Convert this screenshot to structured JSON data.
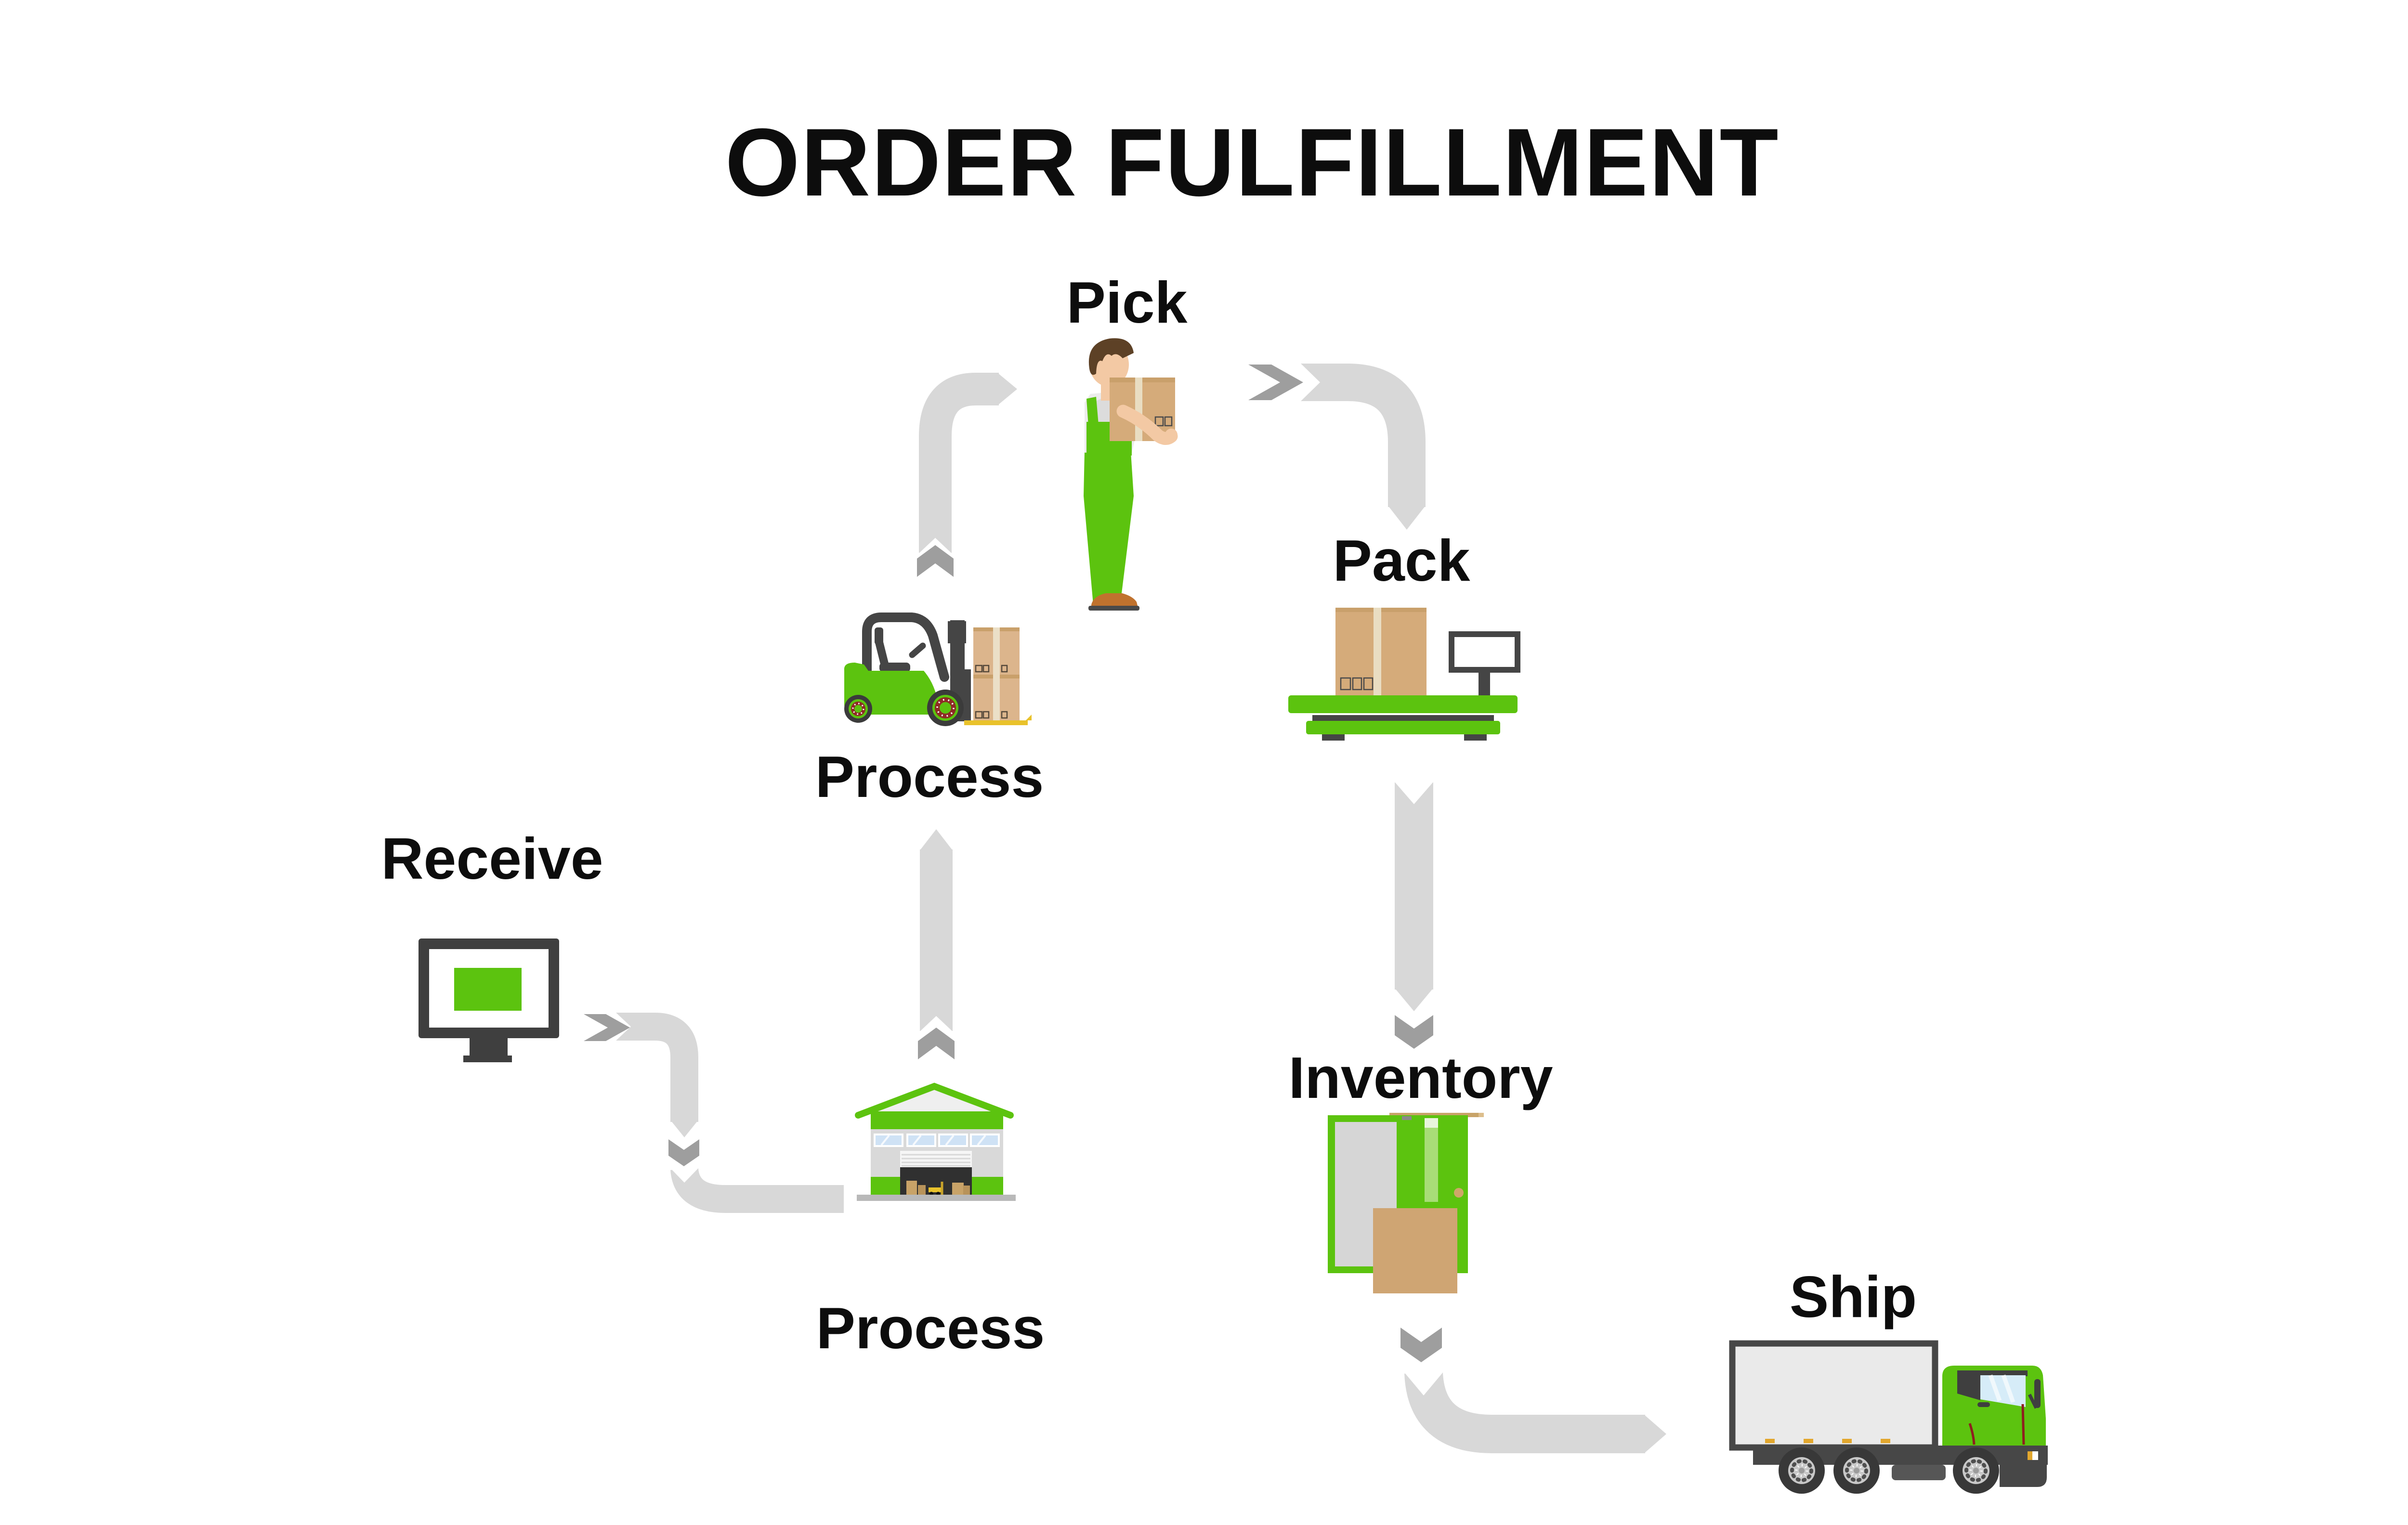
{
  "title": "ORDER FULFILLMENT",
  "flow_order": [
    "Receive",
    "Process",
    "Process",
    "Pick",
    "Pack",
    "Inventory",
    "Ship"
  ],
  "steps": {
    "receive": {
      "label": "Receive",
      "icon": "computer-monitor-icon"
    },
    "process_inbound": {
      "label": "Process",
      "icon": "warehouse-building-icon"
    },
    "process_transfer": {
      "label": "Process",
      "icon": "forklift-icon"
    },
    "pick": {
      "label": "Pick",
      "icon": "worker-carrying-box-icon"
    },
    "pack": {
      "label": "Pack",
      "icon": "packing-scale-icon"
    },
    "inventory": {
      "label": "Inventory",
      "icon": "storage-door-with-box-icon"
    },
    "ship": {
      "label": "Ship",
      "icon": "delivery-truck-icon"
    }
  },
  "colors": {
    "accent_green": "#5CC30F",
    "light_green": "#A8DD77",
    "arrow_band": "#D8D8D8",
    "arrow_chevron": "#9E9E9E",
    "text": "#0D0D0D",
    "dark_gray": "#454545",
    "cardboard": "#D5AB7A",
    "cardboard_dark": "#C9A06B",
    "tape": "#E9DDC2",
    "skin": "#F3C9A4",
    "hair": "#5D4126",
    "shoe_brown": "#C0722E",
    "window_blue": "#D6ECF8",
    "red_detail": "#8E1F1F",
    "yellow_detail": "#E9C22B"
  }
}
